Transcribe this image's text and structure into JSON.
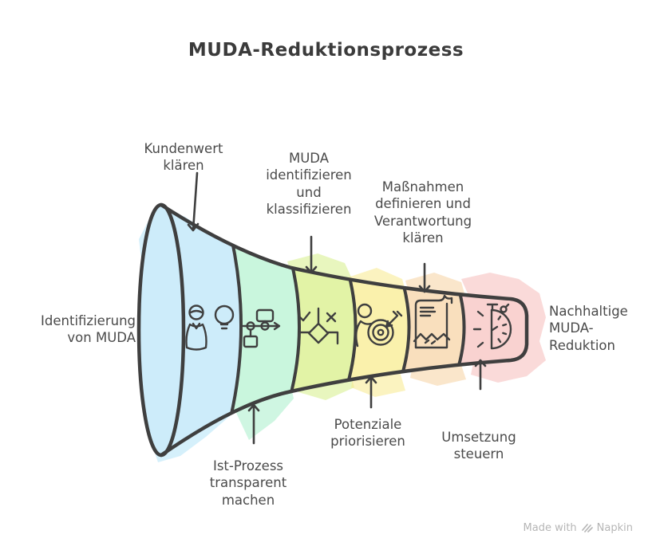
{
  "title": "MUDA-Reduktionsprozess",
  "funnel": {
    "input_label": "Identifizierung von MUDA",
    "output_label": "Nachhaltige MUDA-Reduktion",
    "outline_color": "#3f3f3f",
    "text_color": "#4a4a4a",
    "stages": [
      {
        "label": "Kundenwert klären",
        "icon": "person-lightbulb",
        "label_position": "top",
        "color": "#cdecfa",
        "splash_color": "#b2e3f7"
      },
      {
        "label": "Ist-Prozess transparent machen",
        "icon": "process-flowchart",
        "label_position": "bottom",
        "color": "#c9f6dd",
        "splash_color": "#a8efcb"
      },
      {
        "label": "MUDA identifizieren und klassifizieren",
        "icon": "decision-check-cross",
        "label_position": "top",
        "color": "#e2f3a6",
        "splash_color": "#d5ee88"
      },
      {
        "label": "Potenziale priorisieren",
        "icon": "person-target-dart",
        "label_position": "bottom",
        "color": "#faf1ac",
        "splash_color": "#f7e98d"
      },
      {
        "label": "Maßnahmen definieren und Verantwortung klären",
        "icon": "document-handshake",
        "label_position": "top",
        "color": "#f9dfbd",
        "splash_color": "#f6d2a1"
      },
      {
        "label": "Umsetzung steuern",
        "icon": "stopwatch",
        "label_position": "bottom",
        "color": "#f9d2d0",
        "splash_color": "#f6bcba"
      }
    ]
  },
  "watermark": {
    "text": "Made with",
    "brand": "Napkin"
  }
}
